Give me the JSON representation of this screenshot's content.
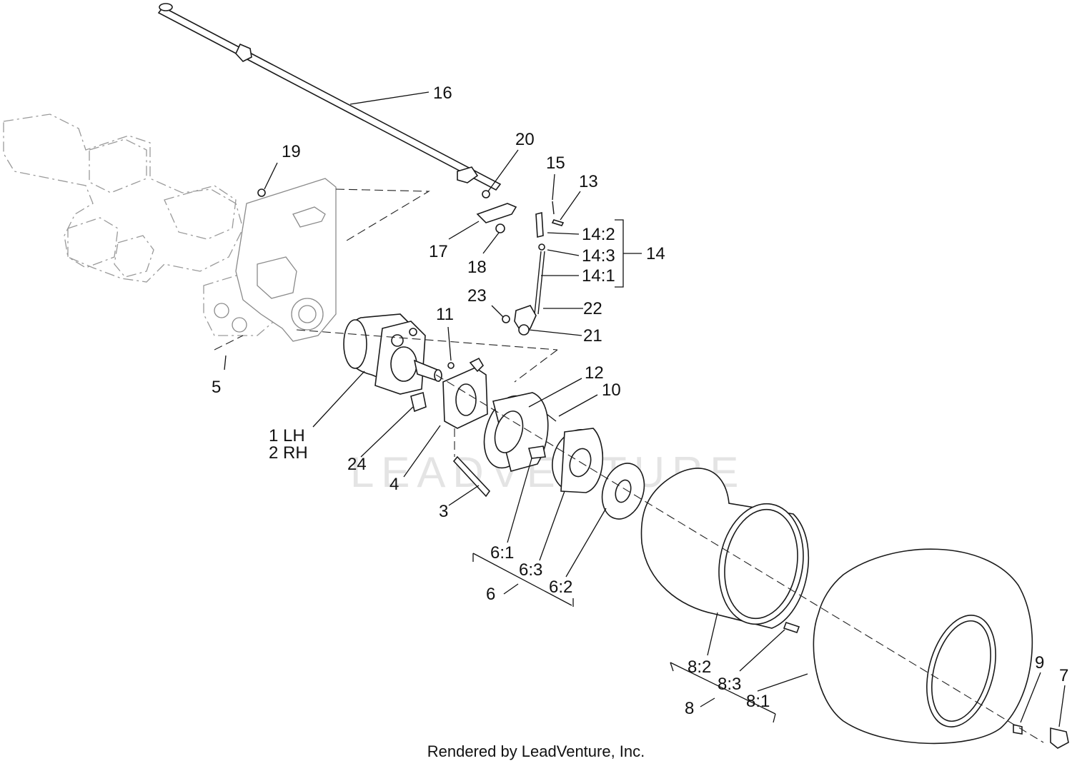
{
  "watermark": "LEADVENTURE",
  "footer": "Rendered by LeadVenture, Inc.",
  "callouts": {
    "c1": "1  LH",
    "c2": "2  RH",
    "c3": "3",
    "c4": "4",
    "c5": "5",
    "c6": "6",
    "c6_1": "6:1",
    "c6_2": "6:2",
    "c6_3": "6:3",
    "c7": "7",
    "c8": "8",
    "c8_1": "8:1",
    "c8_2": "8:2",
    "c8_3": "8:3",
    "c9": "9",
    "c10": "10",
    "c11": "11",
    "c12": "12",
    "c13": "13",
    "c14": "14",
    "c14_1": "14:1",
    "c14_2": "14:2",
    "c14_3": "14:3",
    "c15": "15",
    "c16": "16",
    "c17": "17",
    "c18": "18",
    "c19": "19",
    "c20": "20",
    "c21": "21",
    "c22": "22",
    "c23": "23",
    "c24": "24"
  }
}
